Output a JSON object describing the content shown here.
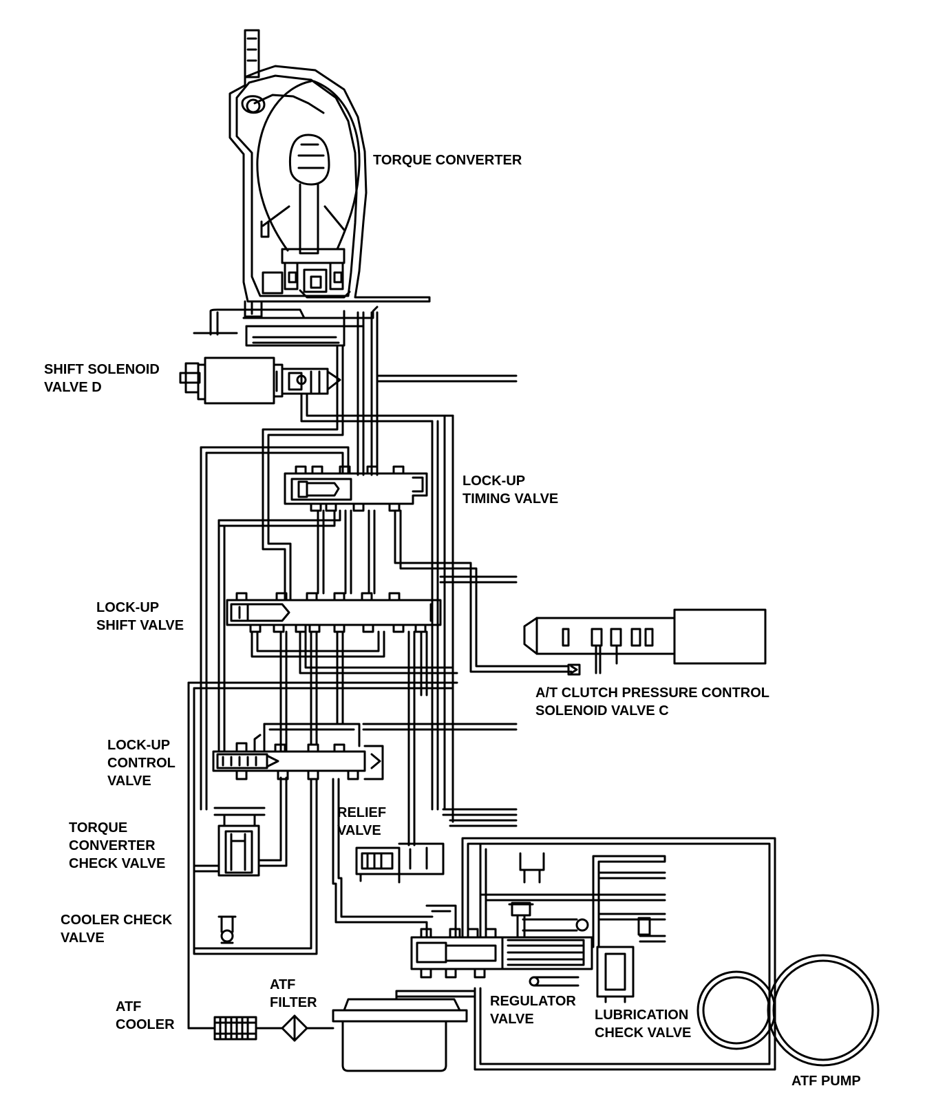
{
  "labels": {
    "torque_converter": "TORQUE CONVERTER",
    "shift_solenoid_d": [
      "SHIFT SOLENOID",
      "VALVE D"
    ],
    "lockup_timing_valve": [
      "LOCK-UP",
      "TIMING VALVE"
    ],
    "lockup_shift_valve": [
      "LOCK-UP",
      "SHIFT VALVE"
    ],
    "at_clutch_solenoid_c": [
      "A/T CLUTCH PRESSURE CONTROL",
      "SOLENOID VALVE C"
    ],
    "lockup_control_valve": [
      "LOCK-UP",
      "CONTROL",
      "VALVE"
    ],
    "relief_valve": [
      "RELIEF",
      "VALVE"
    ],
    "torque_converter_check_valve": [
      "TORQUE",
      "CONVERTER",
      "CHECK VALVE"
    ],
    "cooler_check_valve": [
      "COOLER CHECK",
      "VALVE"
    ],
    "atf_cooler": [
      "ATF",
      "COOLER"
    ],
    "atf_filter": [
      "ATF",
      "FILTER"
    ],
    "regulator_valve": [
      "REGULATOR",
      "VALVE"
    ],
    "lubrication_check_valve": [
      "LUBRICATION",
      "CHECK VALVE"
    ],
    "atf_pump": "ATF PUMP"
  }
}
